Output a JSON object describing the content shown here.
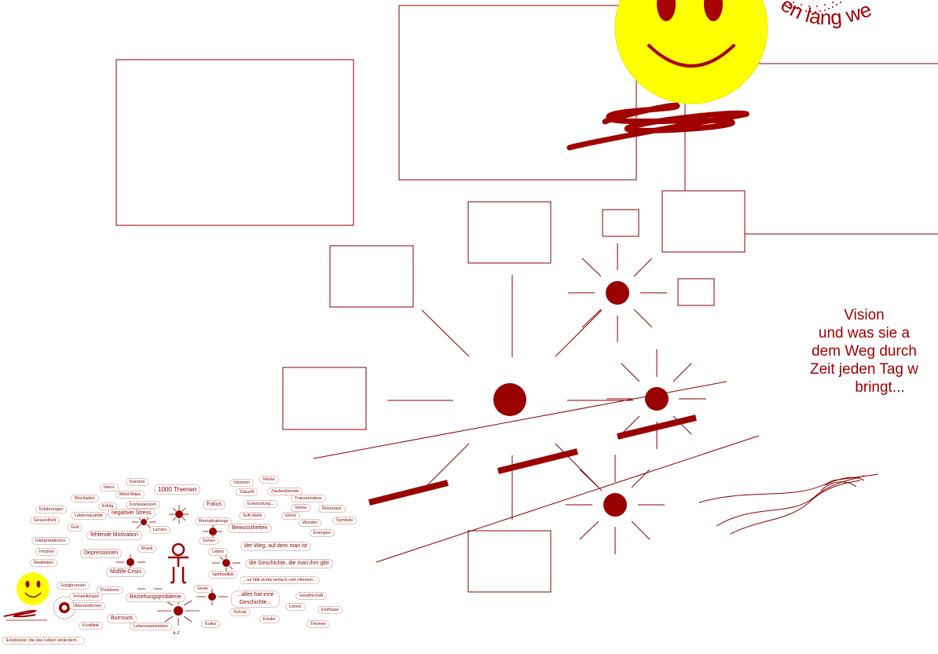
{
  "arc_text": "en lang we",
  "vision_lines": [
    "Vision",
    "und was sie a",
    "dem Weg durch",
    "Zeit jeden Tag w",
    "bringt..."
  ],
  "colors": {
    "primary": "#990000",
    "sun_yellow": "#ffff00",
    "sun_face": "#a60000",
    "line": "#8b0000"
  },
  "mini_map": {
    "tags": [
      {
        "text": "Karriere"
      },
      {
        "text": "Ideen"
      },
      {
        "text": "1000 Themen"
      },
      {
        "text": "Visionen"
      },
      {
        "text": "Rente"
      },
      {
        "text": "Zukunft"
      },
      {
        "text": "Zauberdienste"
      },
      {
        "text": "Mind-Maps"
      },
      {
        "text": "Blockaden"
      },
      {
        "text": "Transzendenz"
      },
      {
        "text": "Erfolg"
      },
      {
        "text": "Kompetenzen"
      },
      {
        "text": "Fokus"
      },
      {
        "text": "Entwicklung..."
      },
      {
        "text": "Erfahrungen"
      },
      {
        "text": "Steine"
      },
      {
        "text": "Resonanz"
      },
      {
        "text": "negativer Stress"
      },
      {
        "text": "Lebensqualität"
      },
      {
        "text": "Soft-Skills"
      },
      {
        "text": "Glück"
      },
      {
        "text": "Gesundheit"
      },
      {
        "text": "Gott"
      },
      {
        "text": "Mentaltrainings"
      },
      {
        "text": "Wunder"
      },
      {
        "text": "Symbole"
      },
      {
        "text": "Lernen"
      },
      {
        "text": "Bewusstheiten"
      },
      {
        "text": "Energien"
      },
      {
        "text": "fehlende Motivation"
      },
      {
        "text": "Interpretationen"
      },
      {
        "text": "Sehen"
      },
      {
        "text": "Musik"
      },
      {
        "text": "der Weg, auf dem man ist"
      },
      {
        "text": "Irrtümer"
      },
      {
        "text": "Depressionen"
      },
      {
        "text": "Leben"
      },
      {
        "text": "Realitäten"
      },
      {
        "text": "die Geschichte, die man ihm gibt"
      },
      {
        "text": "Midlife-Crisis"
      },
      {
        "text": "Spiritualität"
      },
      {
        "text": "...es fällt nichts einfach vom Himmel..."
      },
      {
        "text": "Jungbrunnen"
      },
      {
        "text": "Probleme"
      },
      {
        "text": "Seele"
      },
      {
        "text": "Vorstellungen"
      },
      {
        "text": "Beziehungsprobleme"
      },
      {
        "text": "...alles hat eine Geschichte..."
      },
      {
        "text": "Gesellschaft"
      },
      {
        "text": "Übersinnliches"
      },
      {
        "text": "Schule"
      },
      {
        "text": "Lehrer"
      },
      {
        "text": "Einflüsse"
      },
      {
        "text": "Burnouts"
      },
      {
        "text": "Kinder"
      },
      {
        "text": "Konflikte"
      },
      {
        "text": "Lebensweisheiten"
      },
      {
        "text": "Kultur"
      },
      {
        "text": "Themen"
      },
      {
        "text": "A-Z"
      },
      {
        "text": "Erlebnisse, die das Leben verändern..."
      }
    ]
  }
}
